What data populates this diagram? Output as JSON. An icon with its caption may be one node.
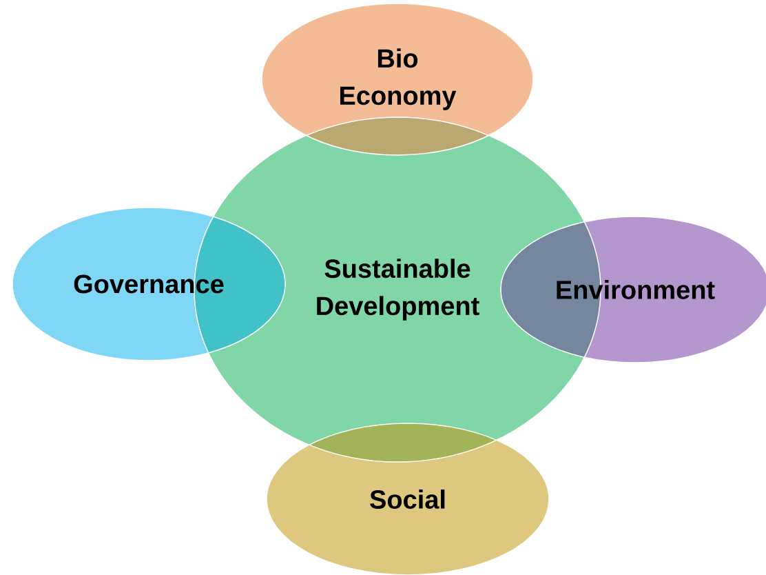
{
  "diagram": {
    "nodes": [
      {
        "text": [
          "Bio Economy"
        ]
      },
      {
        "text": [
          "Governance"
        ]
      },
      {
        "text": [
          "Sustainable Development"
        ]
      },
      {
        "text": [
          "Environment"
        ]
      },
      {
        "text": [
          "Social"
        ]
      }
    ]
  }
}
